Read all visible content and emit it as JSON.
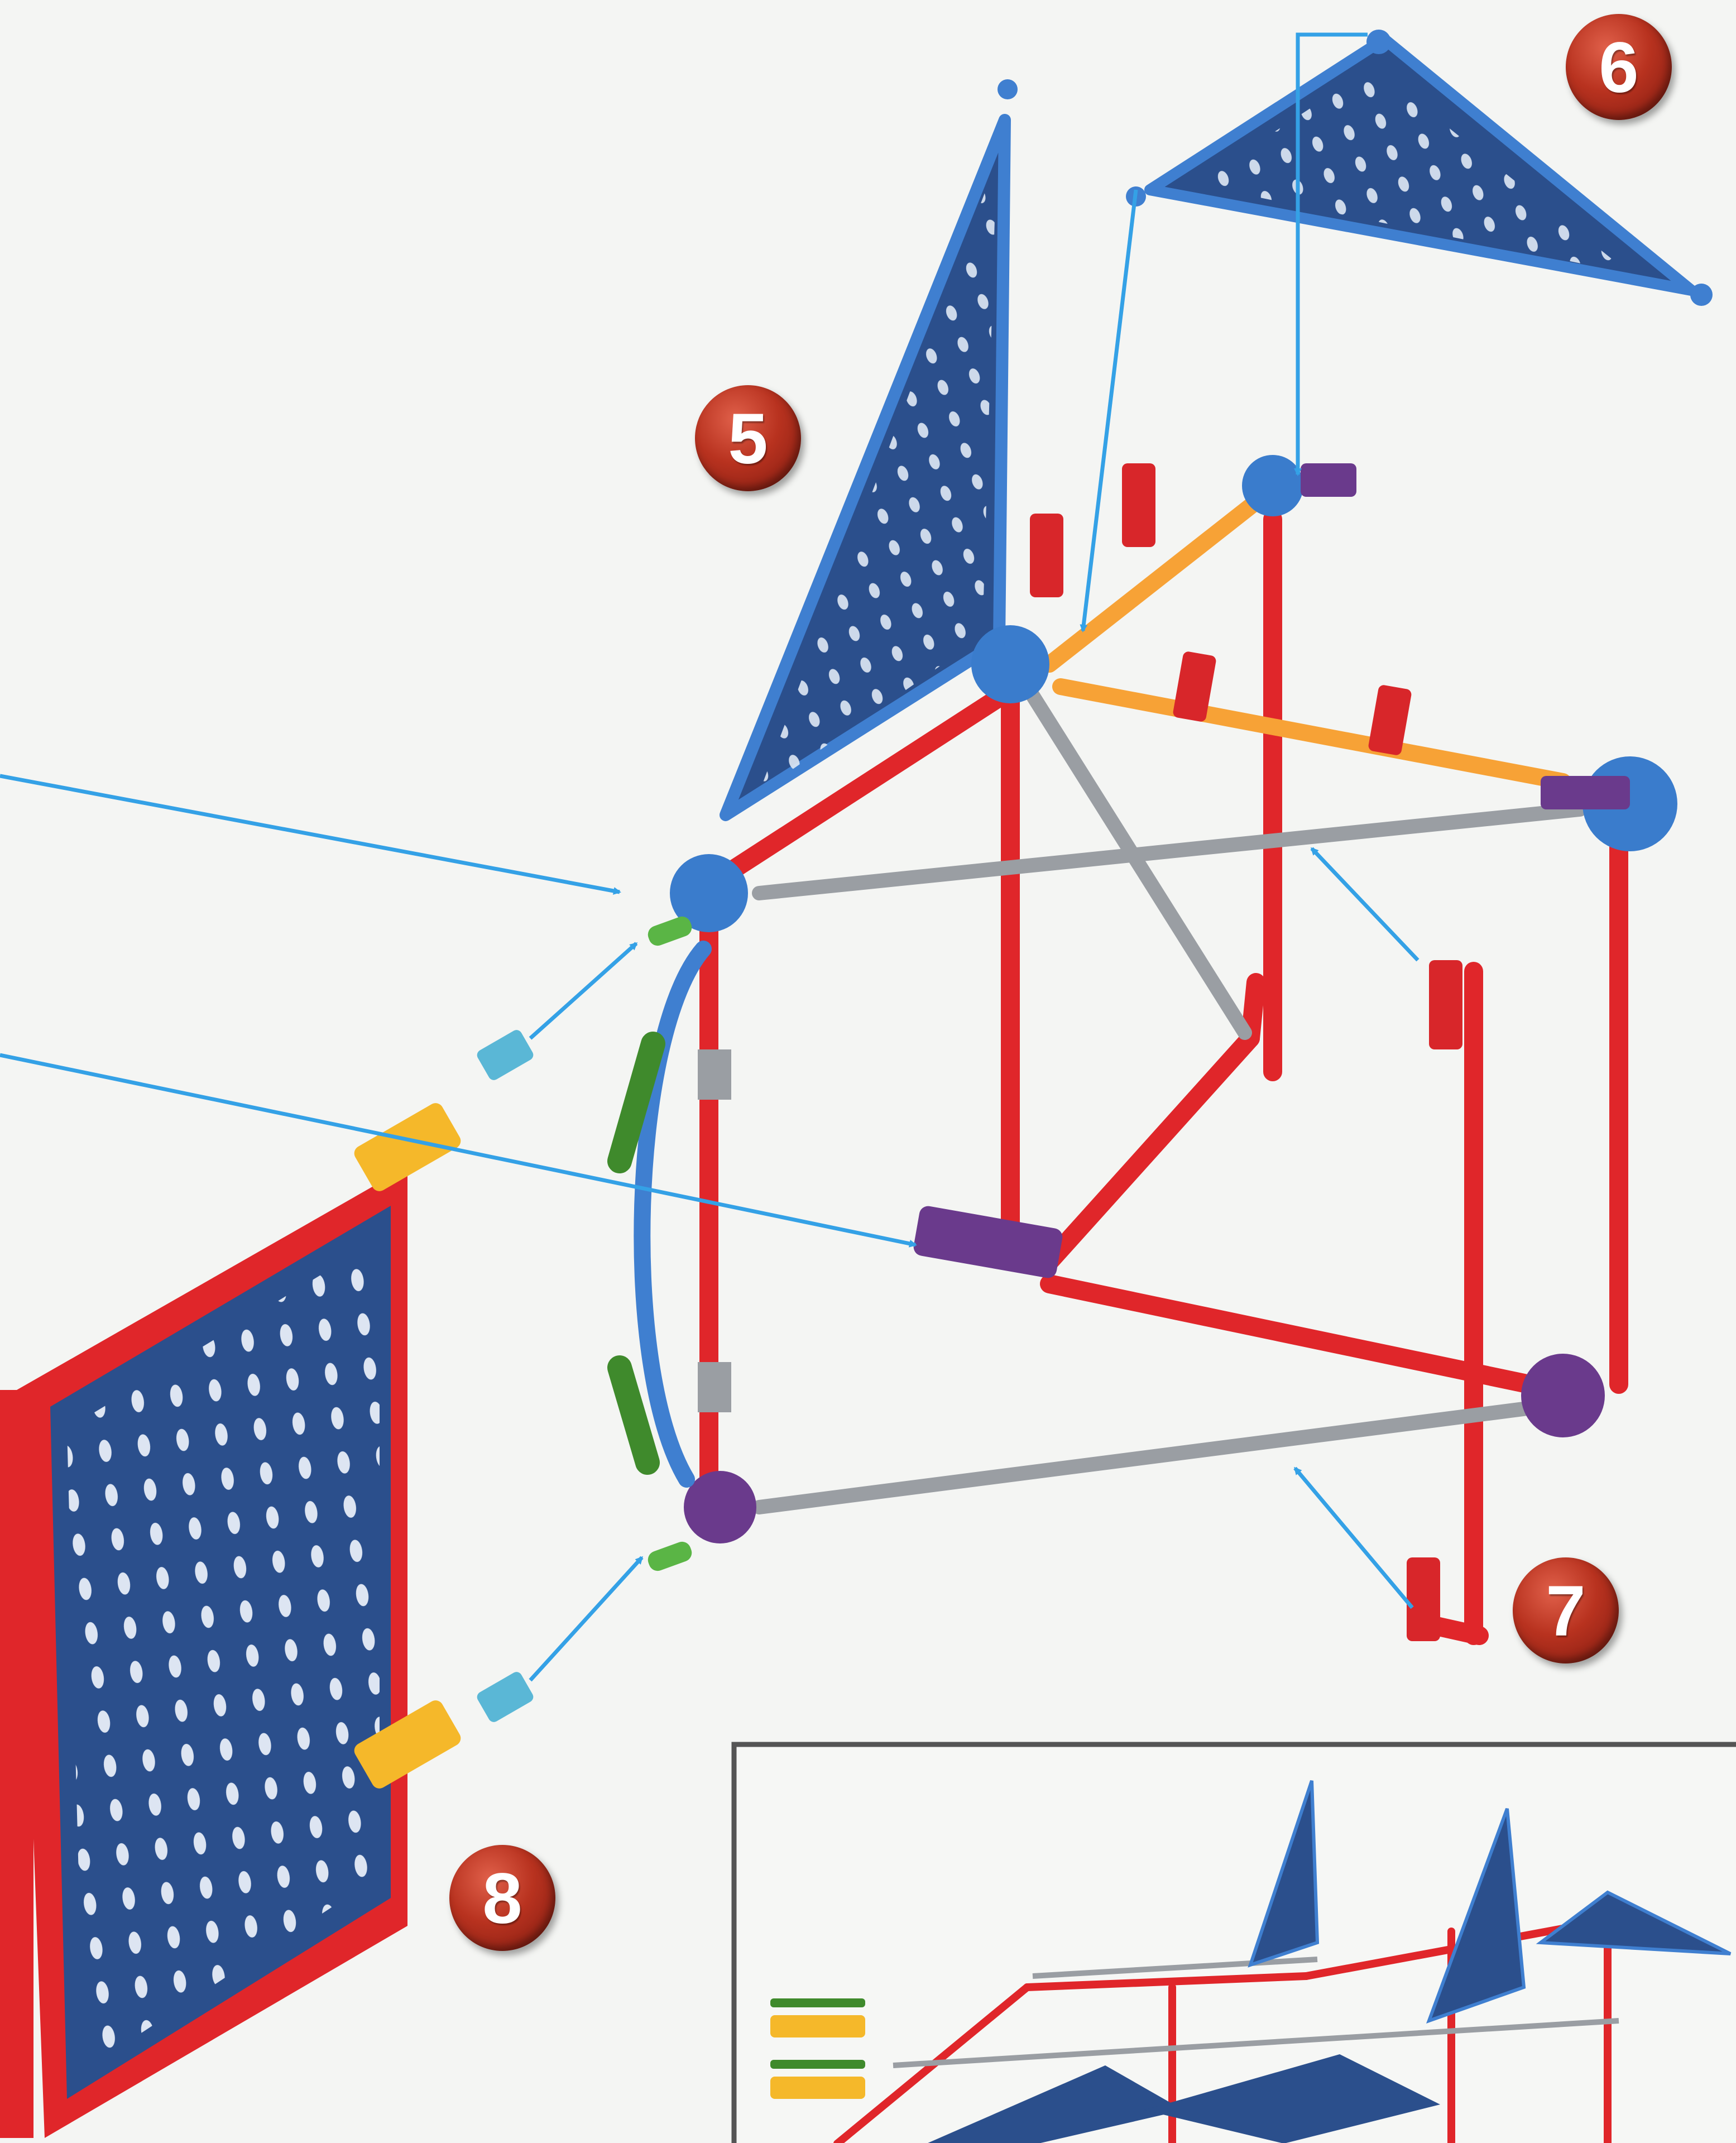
{
  "steps": [
    {
      "id": "step-5",
      "label": "5"
    },
    {
      "id": "step-6",
      "label": "6"
    },
    {
      "id": "step-7",
      "label": "7"
    },
    {
      "id": "step-8",
      "label": "8"
    }
  ],
  "colors": {
    "panel_blue": "#2b4f8c",
    "panel_edge": "#3f7fd0",
    "rod_red": "#e0262a",
    "rod_gray": "#9a9ea3",
    "rod_orange": "#f7a236",
    "connector_blue": "#3a7ccc",
    "connector_purple": "#6a3a8c",
    "connector_green": "#3f8a2c",
    "connector_yellow": "#f5b82a",
    "arrow": "#34a1e6",
    "badge": "#b8321f",
    "background": "#f4f5f3"
  },
  "inset": {
    "description_visible": false
  }
}
